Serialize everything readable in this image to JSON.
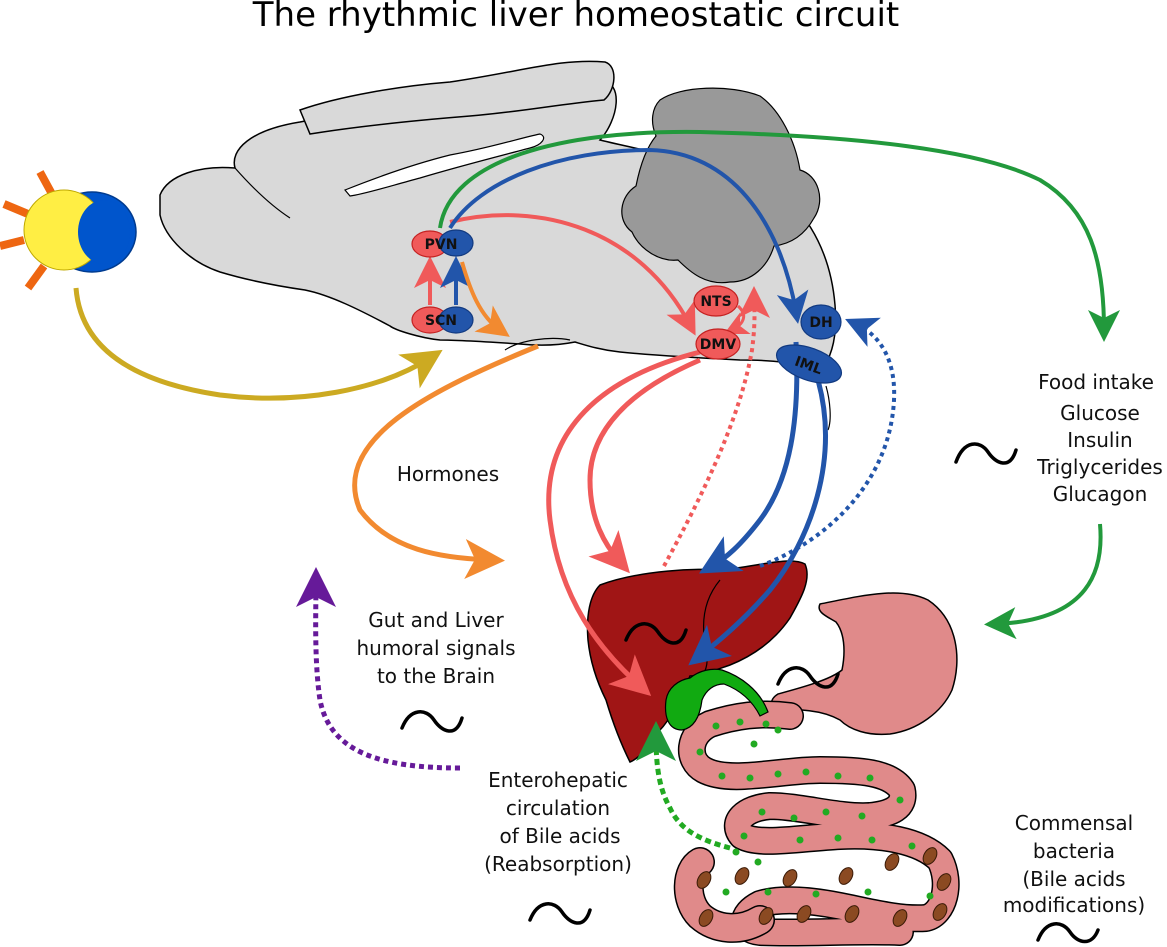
{
  "title": "The rhythmic liver homeostatic circuit",
  "nodes": {
    "pvn": "PVN",
    "scn": "SCN",
    "nts": "NTS",
    "dmv": "DMV",
    "dh": "DH",
    "iml": "IML"
  },
  "labels": {
    "hormones": "Hormones",
    "gut_liver_signals": [
      "Gut and Liver",
      "humoral signals",
      "to the Brain"
    ],
    "food_intake": [
      "Food intake",
      "Glucose",
      "Insulin",
      "Triglycerides",
      "Glucagon"
    ],
    "enterohepatic": [
      "Enterohepatic",
      "circulation",
      "of Bile acids",
      "(Reabsorption)"
    ],
    "commensal": [
      "Commensal",
      "bacteria",
      "(Bile acids",
      "modifications)"
    ]
  },
  "colors": {
    "sun": "#ffee44",
    "sun_rays": "#ee6611",
    "moon": "#0055cc",
    "brain": "#d9d9d9",
    "cerebellum": "#999999",
    "liver": "#a01515",
    "gallbladder": "#11aa11",
    "intestine": "#e08a8a",
    "parasympathetic": "#f05a5a",
    "sympathetic": "#2255aa",
    "food_signal": "#22993c",
    "light_signal": "#ccaa22",
    "hormones": "#f28a30",
    "humoral": "#661a99"
  }
}
